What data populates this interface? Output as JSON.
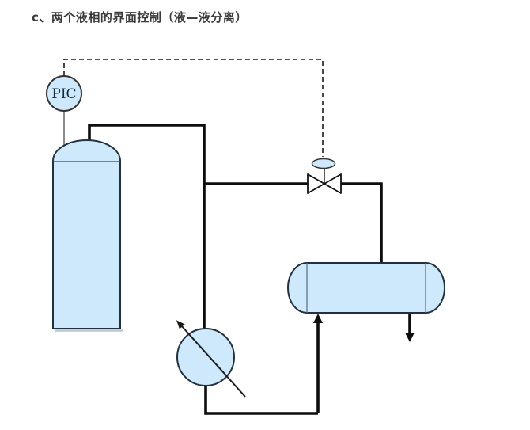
{
  "title": "c、两个液相的界面控制（液—液分离）",
  "diagram": {
    "controller_label": "PIC",
    "symbols": [
      "interface-controller-bubble",
      "control-signal-dashed-line",
      "vertical-vessel",
      "control-valve-with-diaphragm-actuator",
      "pump-flow-element",
      "horizontal-separator-drum",
      "flow-direction-arrows"
    ],
    "colors": {
      "equipment_fill": "#cde9fb",
      "pipe_line": "#0d0d0d",
      "equipment_outline": "#22313f",
      "signal_line": "#1a1a1a",
      "background": "#ffffff",
      "title_text": "#3a3a3a"
    }
  }
}
